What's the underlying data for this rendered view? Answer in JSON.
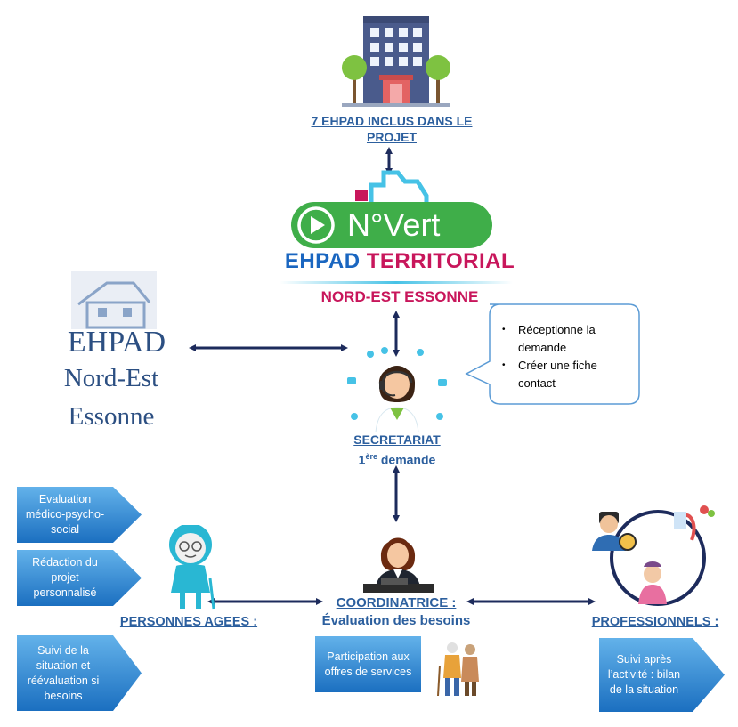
{
  "top": {
    "caption": "7 EHPAD INCLUS DANS LE PROJET"
  },
  "logo": {
    "badge": "N°Vert",
    "line1_a": "EHPAD",
    "line1_b": "TERRITORIAL",
    "line2": "NORD-EST ESSONNE",
    "colors": {
      "green": "#3fae49",
      "blue": "#1a66c0",
      "magenta": "#c8165b",
      "aqua": "#46c2e6"
    }
  },
  "left_logo": {
    "line1": "EHPAD",
    "line2": "Nord-Est",
    "line3": "Essonne"
  },
  "secretariat": {
    "title": "SECRETARIAT",
    "sub_num": "1",
    "sub_sup": "ère",
    "sub_rest": " demande"
  },
  "callout": {
    "items": [
      "Réceptionne la demande",
      "Créer une fiche contact"
    ]
  },
  "coordinatrice": {
    "title": "COORDINATRICE :",
    "subtitle": "Évaluation des besoins"
  },
  "personnes": {
    "title": "PERSONNES AGEES :",
    "boxes": [
      "Evaluation médico-psycho-social",
      "Rédaction du projet personnalisé",
      "Suivi de la situation et réévaluation si besoins"
    ]
  },
  "coord_box": "Participation aux offres de services",
  "professionnels": {
    "title": "PROFESSIONNELS :",
    "box": "Suivi après l’activité : bilan de la situation"
  },
  "colors": {
    "link": "#2c5f9e",
    "arrow": "#1d2b5c",
    "box_top": "#5aaae3",
    "box_bottom": "#1a75c4"
  },
  "icons": [
    "building-icon",
    "receptionist-icon",
    "coordinator-icon",
    "elderly-person-icon",
    "elderly-couple-icon",
    "professionals-icon",
    "house-icon"
  ]
}
